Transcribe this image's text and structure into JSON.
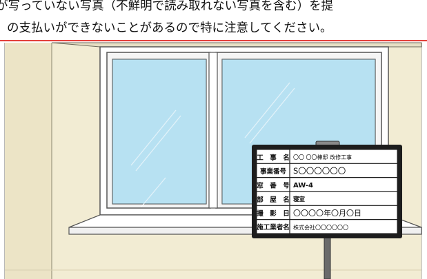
{
  "instructions": {
    "line1": "が写っていない写真（不鮮明で読み取れない写真を含む）を提",
    "line2": "の支払いができないことがあるので特に注意してください。"
  },
  "sign": {
    "rows": [
      {
        "label": "工　事　名",
        "value": "〇〇 〇〇棟邸 改修工事"
      },
      {
        "label": "事業番号",
        "value": "S〇〇〇〇〇〇"
      },
      {
        "label": "窓　番　号",
        "value": "AW-4"
      },
      {
        "label": "部　屋　名",
        "value": "寝室"
      },
      {
        "label": "撮　影　日",
        "value": "〇〇〇〇年〇月〇日"
      },
      {
        "label": "施工業者名",
        "value": "株式会社〇〇〇〇〇〇"
      }
    ]
  },
  "colors": {
    "accent_line": "#e3403a",
    "wall": "#f2ecd3",
    "wall_shadow": "#e4dcbc",
    "glass": "#bfe6f5",
    "glass_dark": "#9fd3ea",
    "frame": "#ffffff",
    "board": "#1d1d1d"
  }
}
